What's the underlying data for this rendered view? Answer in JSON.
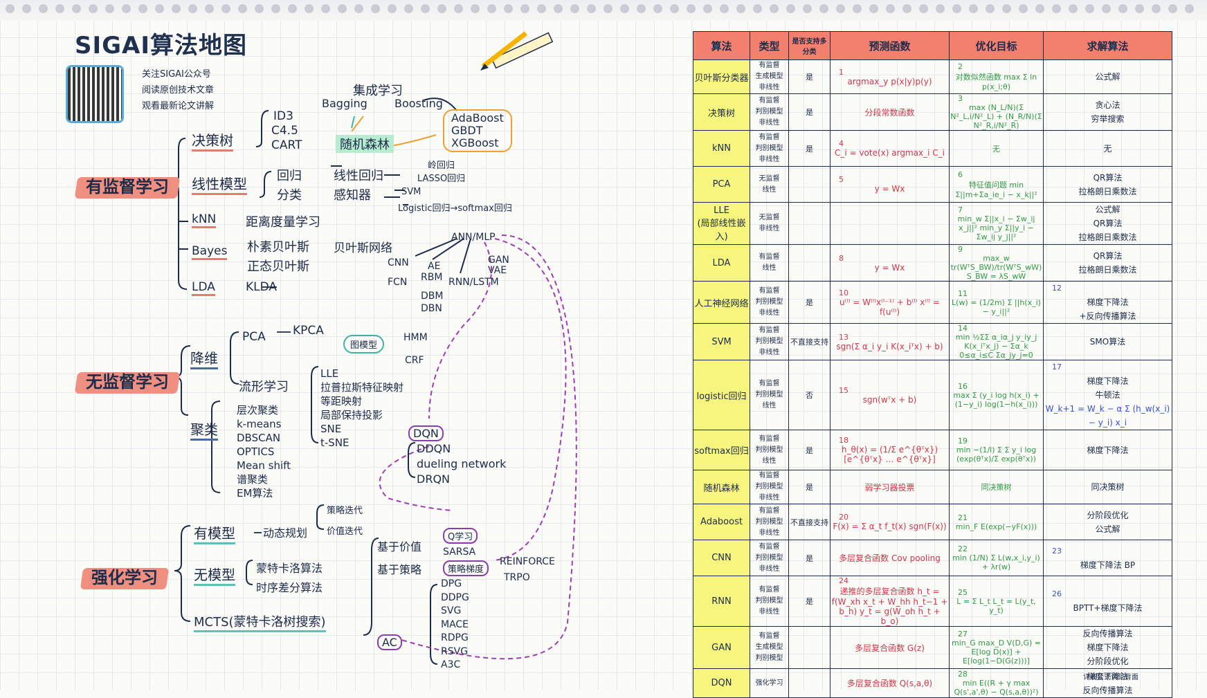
{
  "title": "SIGAI算法地图",
  "qr_lines": [
    "关注SIGAI公众号",
    "阅读原创技术文章",
    "观看最新论文讲解"
  ],
  "map": {
    "supervised": {
      "label": "有监督学习",
      "decision_tree": "决策树",
      "ensemble": "集成学习",
      "bagging": "Bagging",
      "boosting": "Boosting",
      "id3": "ID3",
      "c45": "C4.5",
      "cart": "CART",
      "random_forest": "随机森林",
      "adaboost": "AdaBoost",
      "gbdt": "GBDT",
      "xgboost": "XGBoost",
      "linear_model": "线性模型",
      "regression": "回归",
      "linear_regression": "线性回归",
      "ridge": "岭回归",
      "lasso": "LASSO回归",
      "classification": "分类",
      "perceptron": "感知器",
      "svm": "SVM",
      "logistic": "Logistic回归→softmax回归",
      "knn": "kNN",
      "metric_learning": "距离度量学习",
      "bayes": "Bayes",
      "naive_bayes": "朴素贝叶斯",
      "bayes_net": "贝叶斯网络",
      "normal_bayes": "正态贝叶斯",
      "lda": "LDA",
      "klda": "KLDA",
      "annmlp": "ANN/MLP",
      "cnn": "CNN",
      "fcn": "FCN",
      "ae": "AE",
      "rbm": "RBM",
      "dbm": "DBM",
      "dbn": "DBN",
      "rnnlstm": "RNN/LSTM",
      "gan": "GAN",
      "vae": "VAE"
    },
    "unsupervised": {
      "label": "无监督学习",
      "dim_reduction": "降维",
      "pca": "PCA",
      "kpca": "KPCA",
      "graph_model": "图模型",
      "hmm": "HMM",
      "crf": "CRF",
      "manifold": "流形学习",
      "manifold_items": [
        "LLE",
        "拉普拉斯特征映射",
        "等距映射",
        "局部保持投影",
        "SNE",
        "t-SNE"
      ],
      "clustering": "聚类",
      "cluster_items": [
        "层次聚类",
        "k-means",
        "DBSCAN",
        "OPTICS",
        "Mean shift",
        "谱聚类",
        "EM算法"
      ]
    },
    "rl": {
      "label": "强化学习",
      "model_based": "有模型",
      "dp": "动态规划",
      "policy_iter": "策略迭代",
      "value_iter": "价值迭代",
      "model_free": "无模型",
      "mc": "蒙特卡洛算法",
      "td": "时序差分算法",
      "value_based": "基于价值",
      "q_learning": "Q学习",
      "sarsa": "SARSA",
      "policy_based": "基于策略",
      "policy_gradient": "策略梯度",
      "reinforce": "REINFORCE",
      "trpo": "TRPO",
      "mcts": "MCTS(蒙特卡洛树搜索)",
      "ac": "AC",
      "ac_items": [
        "DPG",
        "DDPG",
        "SVG",
        "MACE",
        "RDPG",
        "RSVG",
        "A3C"
      ],
      "dqn": "DQN",
      "dqn_items": [
        "DDQN",
        "dueling network",
        "DRQN"
      ]
    }
  },
  "table": {
    "headers": [
      "算法",
      "类型",
      "是否支持多分类",
      "预测函数",
      "优化目标",
      "求解算法"
    ],
    "rows": [
      {
        "name": "贝叶斯分类器",
        "type": [
          "有监督",
          "生成模型",
          "非线性"
        ],
        "multi": "是",
        "pred_no": "1",
        "pred": "argmax_y p(x|y)p(y)",
        "opt_no": "2",
        "opt": "对数似然函数 max Σ ln p(x_i;θ)",
        "solve": [
          "公式解"
        ]
      },
      {
        "name": "决策树",
        "type": [
          "有监督",
          "判别模型",
          "非线性"
        ],
        "multi": "是",
        "pred_no": "",
        "pred": "分段常数函数",
        "opt_no": "3",
        "opt": "max (N_L/N)(Σ N²_L,i/N²_L) + (N_R/N)(Σ N²_R,i/N²_R)",
        "solve": [
          "贪心法",
          "穷举搜索"
        ]
      },
      {
        "name": "kNN",
        "type": [
          "有监督",
          "判别模型",
          "非线性"
        ],
        "multi": "是",
        "pred_no": "4",
        "pred": "C_i = vote(x)  argmax_i C_i",
        "opt_no": "",
        "opt": "无",
        "solve": [
          "无"
        ]
      },
      {
        "name": "PCA",
        "type": [
          "无监督",
          "线性"
        ],
        "multi": "",
        "pred_no": "5",
        "pred": "y = Wx",
        "opt_no": "6",
        "opt": "特征值问题 min Σ||m+Σa_ie_i − x_k||²",
        "solve": [
          "QR算法",
          "拉格朗日乘数法"
        ]
      },
      {
        "name": "LLE",
        "name_sub": "(局部线性嵌入)",
        "type": [
          "无监督",
          "非线性"
        ],
        "multi": "",
        "pred_no": "",
        "pred": "",
        "opt_no": "7",
        "opt": "min_w Σ||x_i − Σw_ij x_j||²  min_y Σ||y_i − Σw_ij y_j||²",
        "solve": [
          "公式解",
          "QR算法",
          "拉格朗日乘数法"
        ]
      },
      {
        "name": "LDA",
        "type": [
          "有监督",
          "线性"
        ],
        "multi": "",
        "pred_no": "8",
        "pred": "y = Wx",
        "opt_no": "9",
        "opt": "max_w tr(WᵀS_BW)/tr(WᵀS_wW)  S_BW = λS_wW",
        "solve": [
          "QR算法",
          "拉格朗日乘数法"
        ]
      },
      {
        "name": "人工神经网络",
        "type": [
          "有监督",
          "判别模型",
          "非线性"
        ],
        "multi": "是",
        "pred_no": "10",
        "pred": "u⁽ˡ⁾ = W⁽ˡ⁾x⁽ˡ⁻¹⁾ + b⁽ˡ⁾  x⁽ˡ⁾ = f(u⁽ˡ⁾)",
        "opt_no": "11",
        "opt": "L(w) = (1/2m) Σ ||h(x_i) − y_i||²",
        "solve_no": "12",
        "solve": [
          "梯度下降法",
          "+反向传播算法"
        ]
      },
      {
        "name": "SVM",
        "type": [
          "有监督",
          "判别模型",
          "非线性"
        ],
        "multi": "不直接支持",
        "pred_no": "13",
        "pred": "sgn(Σ α_i y_i K(x_iᵀx) + b)",
        "opt_no": "14",
        "opt": "min ½ΣΣ α_iα_j y_iy_j K(x_iᵀx_j) − Σα_k  0≤α_i≤C  Σα_jy_j=0",
        "solve": [
          "SMO算法"
        ]
      },
      {
        "name": "logistic回归",
        "type": [
          "有监督",
          "判别模型",
          "线性"
        ],
        "multi": "否",
        "pred_no": "15",
        "pred": "sgn(wᵀx + b)",
        "opt_no": "16",
        "opt": "max Σ (y_i log h(x_i) + (1−y_i) log(1−h(x_i)))",
        "solve_no": "17",
        "solve": [
          "梯度下降法",
          "牛顿法"
        ],
        "solve_formula": "W_k+1 = W_k − α Σ (h_w(x_i) − y_i) x_i"
      },
      {
        "name": "softmax回归",
        "type": [
          "有监督",
          "判别模型",
          "线性"
        ],
        "multi": "是",
        "pred_no": "18",
        "pred": "h_θ(x) = (1/Σ e^{θᵀx}) [e^{θᵀx} … e^{θᵀx}]",
        "opt_no": "19",
        "opt": "min −(1/l) Σ Σ y_i log (exp(θᵀx)/Σ exp(θᵀx))",
        "solve": [
          "梯度下降法"
        ]
      },
      {
        "name": "随机森林",
        "type": [
          "有监督",
          "判别模型",
          "非线性"
        ],
        "multi": "是",
        "pred_no": "",
        "pred": "弱学习器投票",
        "opt_no": "",
        "opt": "同决策树",
        "solve": [
          "同决策树"
        ]
      },
      {
        "name": "Adaboost",
        "type": [
          "有监督",
          "判别模型",
          "非线性"
        ],
        "multi": "不直接支持",
        "pred_no": "20",
        "pred": "F(x) = Σ α_t f_t(x)  sgn(F(x))",
        "opt_no": "21",
        "opt": "min_F E(exp(−yF(x)))",
        "solve": [
          "分阶段优化",
          "公式解"
        ]
      },
      {
        "name": "CNN",
        "type": [
          "有监督",
          "判别模型",
          "非线性"
        ],
        "multi": "是",
        "pred_no": "",
        "pred": "多层复合函数  Cov  pooling",
        "opt_no": "22",
        "opt": "min (1/N) Σ L(w,x_i,y_i) + λr(w)",
        "solve_no": "23",
        "solve": [
          "梯度下降法 BP"
        ]
      },
      {
        "name": "RNN",
        "type": [
          "有监督",
          "判别模型",
          "非线性"
        ],
        "multi": "是",
        "pred_no": "24",
        "pred": "递推的多层复合函数  h_t = f(W_xh x_t + W_hh h_t−1 + b_h)  y_t = g(W_oh h_t + b_o)",
        "opt_no": "25",
        "opt": "L = Σ L_t   L_t = L(y_t, y_t)",
        "solve_no": "26",
        "solve": [
          "BPTT+梯度下降法"
        ]
      },
      {
        "name": "GAN",
        "type": [
          "有监督",
          "生成模型",
          "判别模型"
        ],
        "multi": "",
        "pred_no": "",
        "pred": "多层复合函数  G(z)",
        "opt_no": "27",
        "opt": "min_G max_D V(D,G) = E[log D(x)] + E[log(1−D(G(z)))]",
        "solve": [
          "反向传播算法",
          "梯度下降法",
          "分阶段优化"
        ]
      },
      {
        "name": "DQN",
        "type": [
          "强化学习"
        ],
        "multi": "",
        "pred_no": "",
        "pred": "多层复合函数  Q(s,a,θ)",
        "opt_no": "28",
        "opt": "min E((R + γ max Q(s',a',θ) − Q(s,a,θ))²)",
        "solve": [
          "梯度下降法",
          "反向传播算法"
        ]
      }
    ],
    "footnote": "详细公式请见背面"
  },
  "colors": {
    "header_red": "#f3806f",
    "name_yellow": "#f6f57e",
    "pred_red": "#d3354a",
    "opt_green": "#2e9a44",
    "ink": "#1d2b4a",
    "purple_dash": "#a03cb8",
    "orange_box": "#f0a030",
    "teal_box": "#3fb3a4"
  }
}
